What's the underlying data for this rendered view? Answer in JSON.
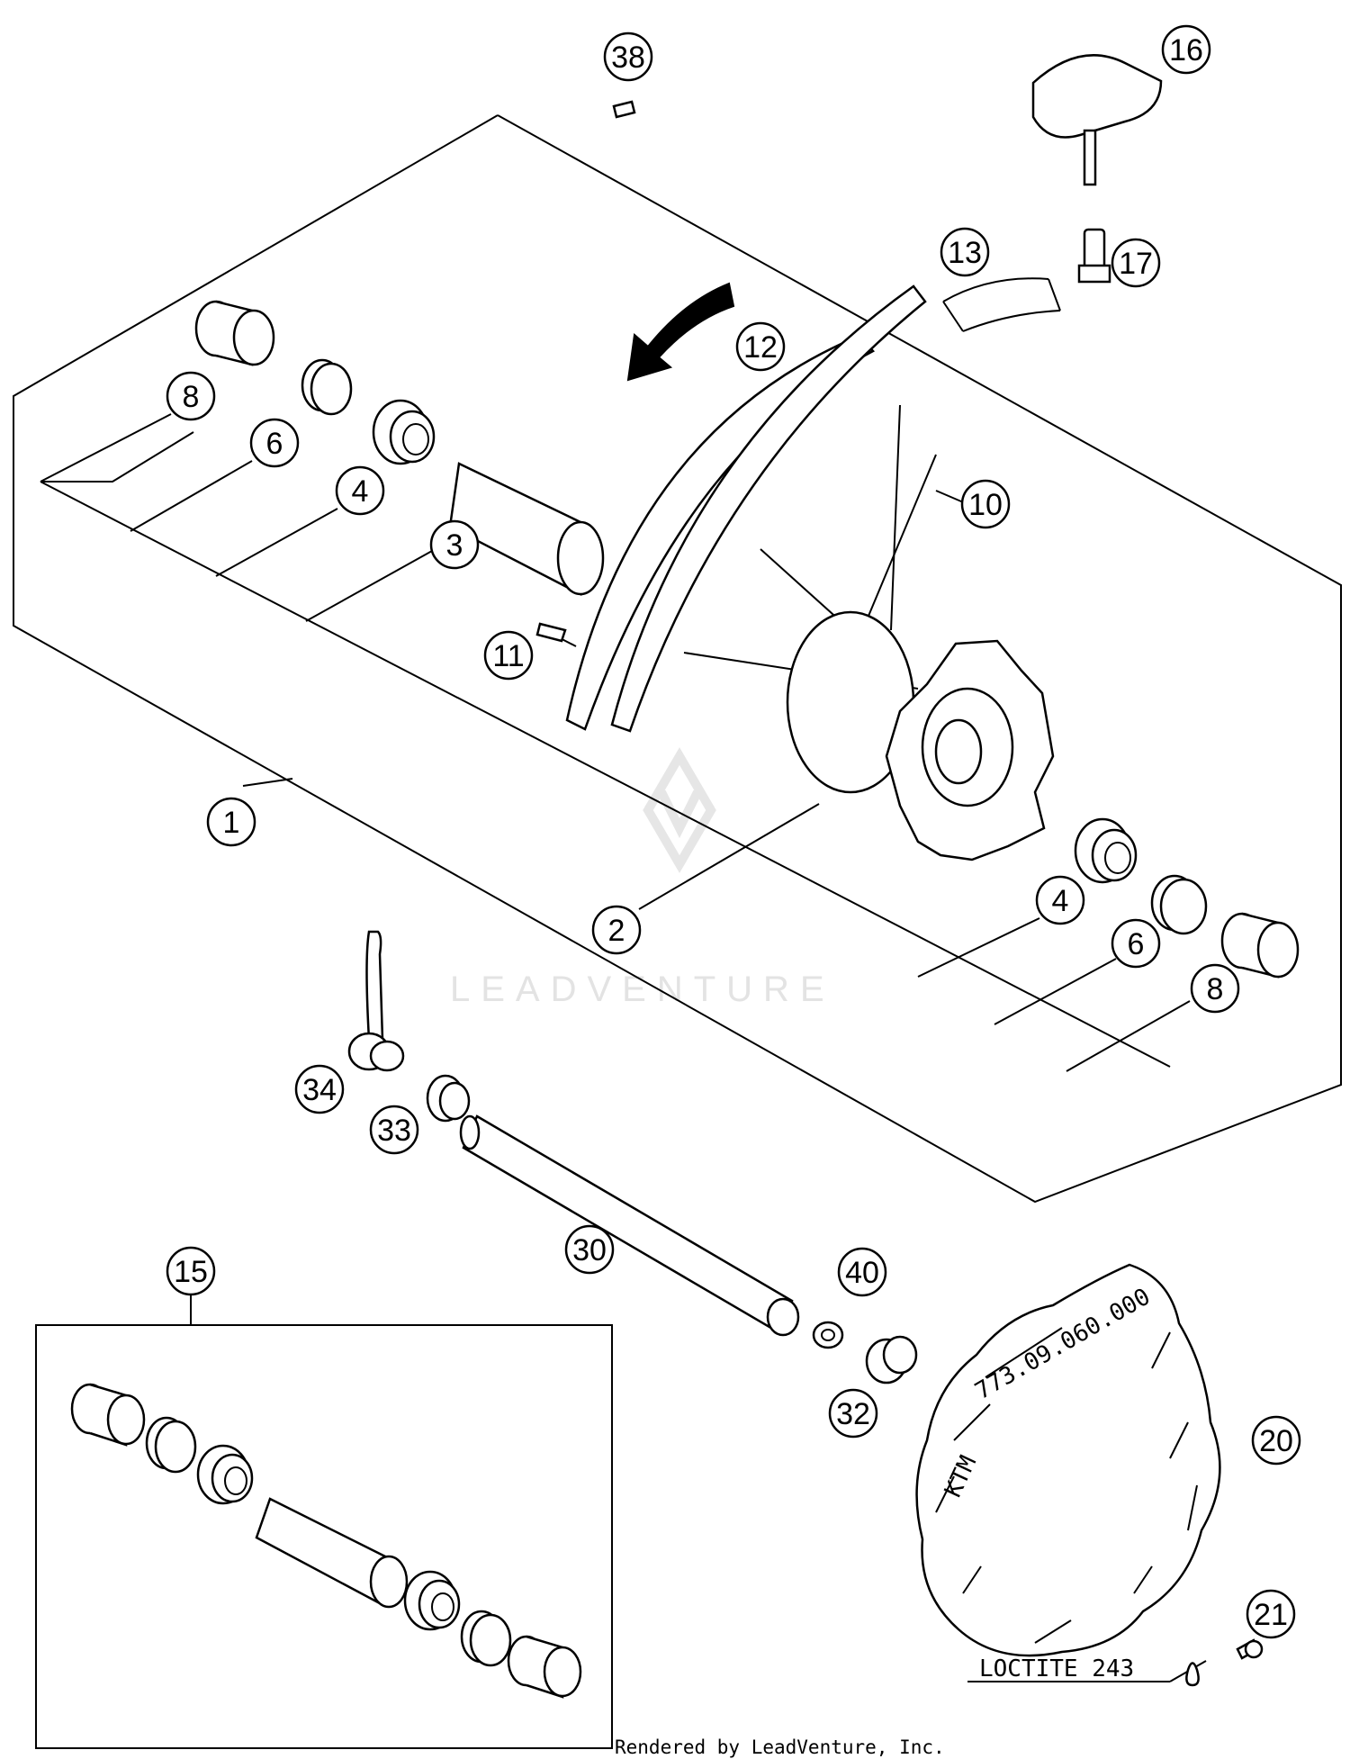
{
  "diagram": {
    "callouts": [
      {
        "id": "c38",
        "label": "38"
      },
      {
        "id": "c16",
        "label": "16"
      },
      {
        "id": "c13",
        "label": "13"
      },
      {
        "id": "c17",
        "label": "17"
      },
      {
        "id": "c12",
        "label": "12"
      },
      {
        "id": "c8a",
        "label": "8"
      },
      {
        "id": "c6a",
        "label": "6"
      },
      {
        "id": "c4a",
        "label": "4"
      },
      {
        "id": "c3",
        "label": "3"
      },
      {
        "id": "c10",
        "label": "10"
      },
      {
        "id": "c11",
        "label": "11"
      },
      {
        "id": "c1",
        "label": "1"
      },
      {
        "id": "c2",
        "label": "2"
      },
      {
        "id": "c4b",
        "label": "4"
      },
      {
        "id": "c6b",
        "label": "6"
      },
      {
        "id": "c8b",
        "label": "8"
      },
      {
        "id": "c34",
        "label": "34"
      },
      {
        "id": "c33",
        "label": "33"
      },
      {
        "id": "c30",
        "label": "30"
      },
      {
        "id": "c15",
        "label": "15"
      },
      {
        "id": "c40",
        "label": "40"
      },
      {
        "id": "c32",
        "label": "32"
      },
      {
        "id": "c20",
        "label": "20"
      },
      {
        "id": "c21",
        "label": "21"
      }
    ],
    "note": "LOCTITE 243",
    "disc_marking_brand": "KTM",
    "disc_marking_part": "773.09.060.000",
    "watermark": "LEADVENTURE",
    "credit": "Rendered by LeadVenture, Inc."
  },
  "colors": {
    "line": "#000000",
    "background": "#ffffff",
    "watermark": "#e3e3e3"
  }
}
